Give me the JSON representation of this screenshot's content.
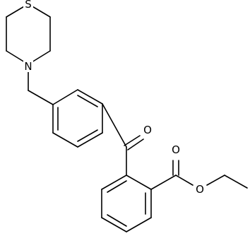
{
  "molecule": {
    "atoms": {
      "sulfur": "S",
      "nitrogen": "N",
      "ketone_oxygen": "O",
      "ester_carbonyl_oxygen": "O",
      "ester_ether_oxygen": "O"
    },
    "colors": {
      "bond": "#000000",
      "label": "#000000",
      "background": "#ffffff"
    }
  }
}
